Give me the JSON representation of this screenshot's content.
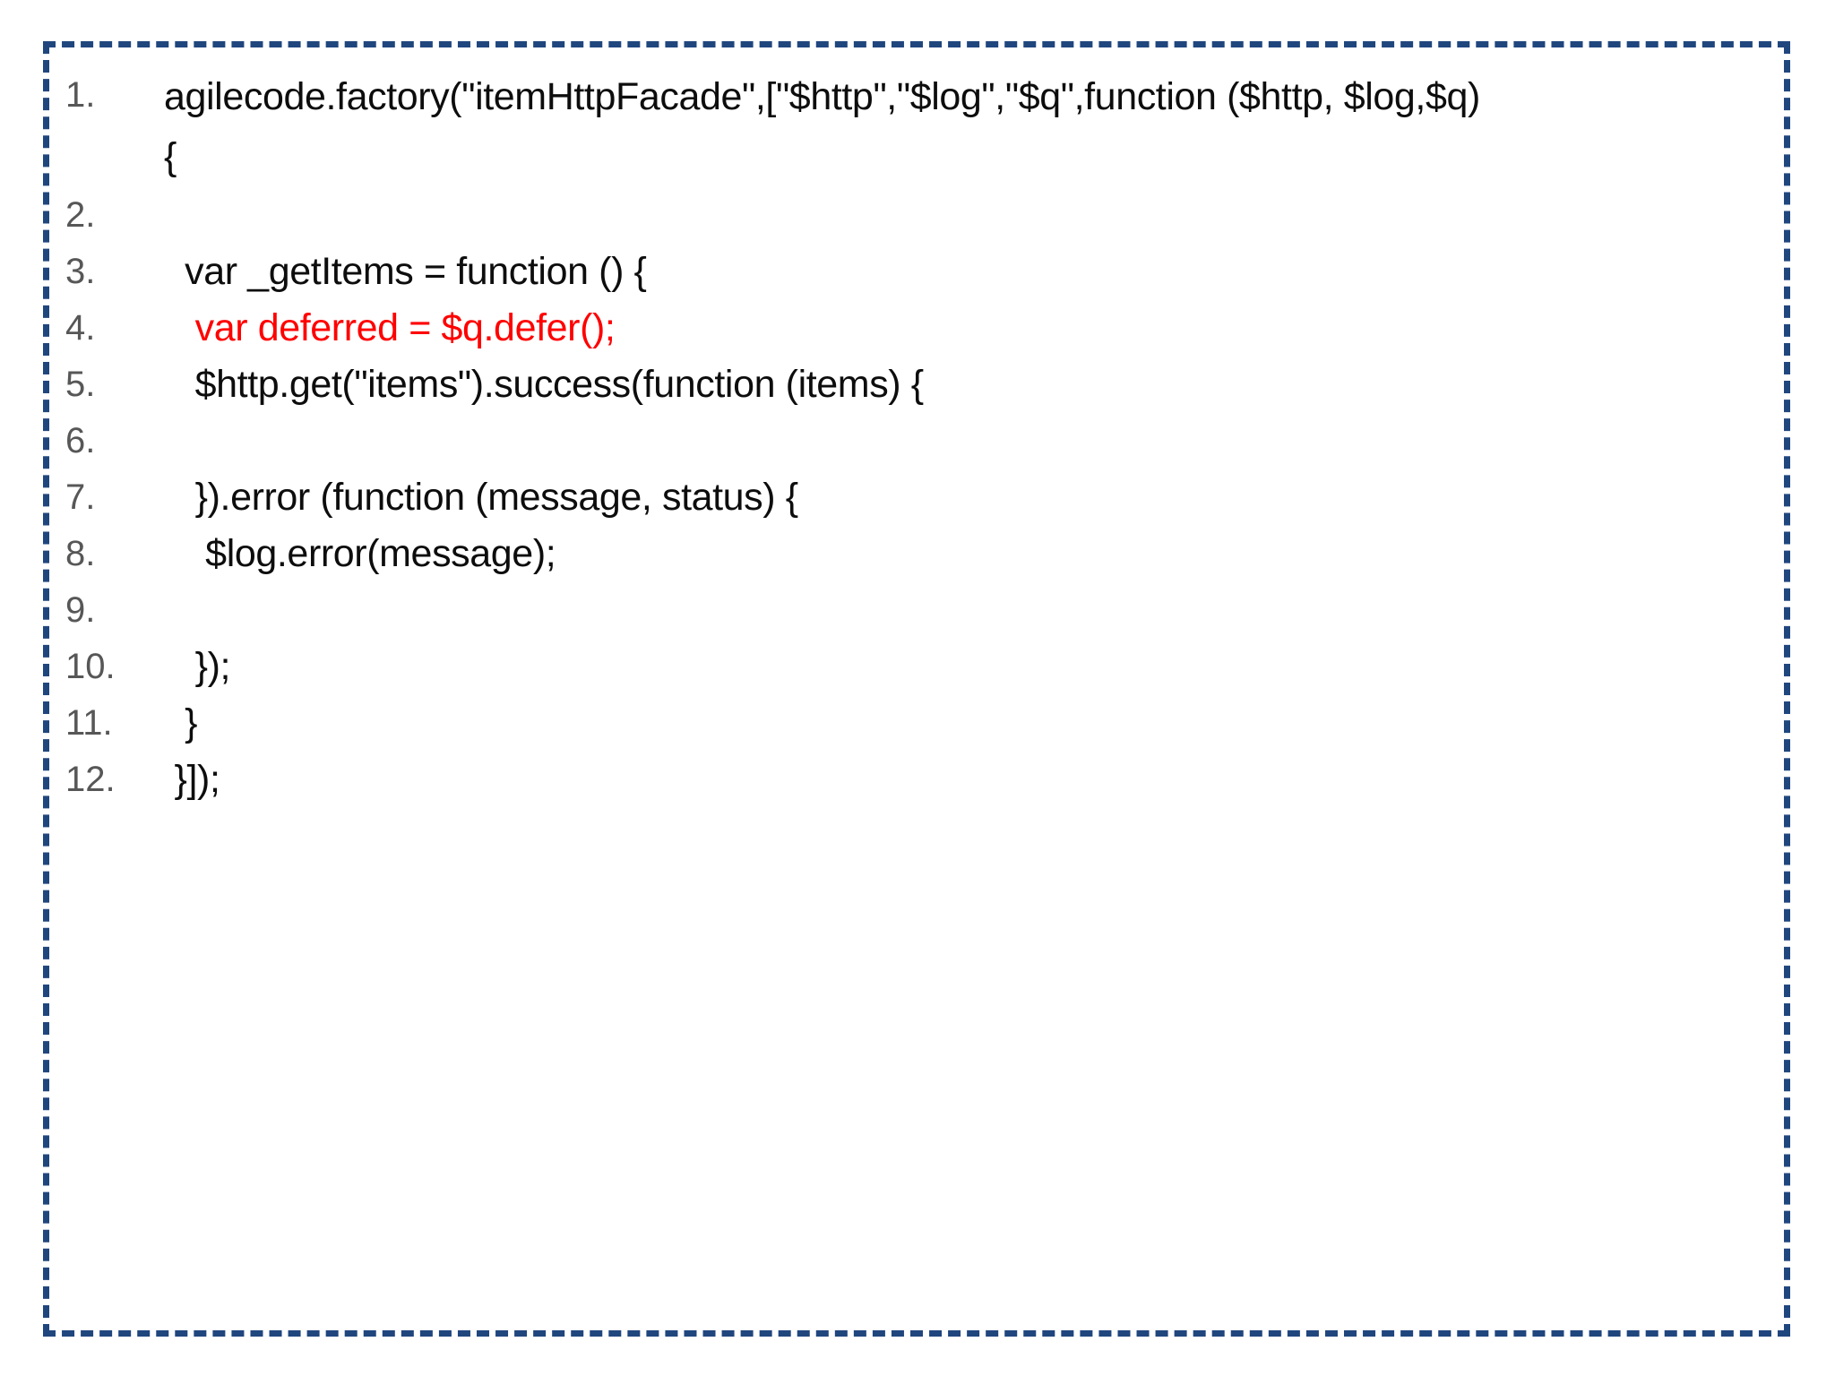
{
  "frame": {
    "border_color": "#20467e",
    "border_style": "dashed",
    "background_color": "#ffffff"
  },
  "code": {
    "language": "javascript",
    "line_number_color": "#575757",
    "default_text_color": "#0d0d0d",
    "highlight_color": "#ff0000",
    "lines": [
      {
        "number": "1.",
        "text": "agilecode.factory(\"itemHttpFacade\",[\"$http\",\"$log\",\"$q\",function ($http, $log,$q)\n{",
        "color": "default",
        "wrapped": true
      },
      {
        "number": "2.",
        "text": "",
        "color": "default",
        "wrapped": false
      },
      {
        "number": "3.",
        "text": "  var _getItems = function () {",
        "color": "default",
        "wrapped": false
      },
      {
        "number": "4.",
        "text": "   var deferred = $q.defer();",
        "color": "red",
        "wrapped": false
      },
      {
        "number": "5.",
        "text": "   $http.get(\"items\").success(function (items) {",
        "color": "default",
        "wrapped": false
      },
      {
        "number": "6.",
        "text": "",
        "color": "default",
        "wrapped": false
      },
      {
        "number": "7.",
        "text": "   }).error (function (message, status) {",
        "color": "default",
        "wrapped": false
      },
      {
        "number": "8.",
        "text": "    $log.error(message);",
        "color": "default",
        "wrapped": false
      },
      {
        "number": "9.",
        "text": "",
        "color": "default",
        "wrapped": false
      },
      {
        "number": "10.",
        "text": "   });",
        "color": "default",
        "wrapped": false
      },
      {
        "number": "11.",
        "text": "  }",
        "color": "default",
        "wrapped": false
      },
      {
        "number": "12.",
        "text": " }]);",
        "color": "default",
        "wrapped": false
      }
    ]
  }
}
